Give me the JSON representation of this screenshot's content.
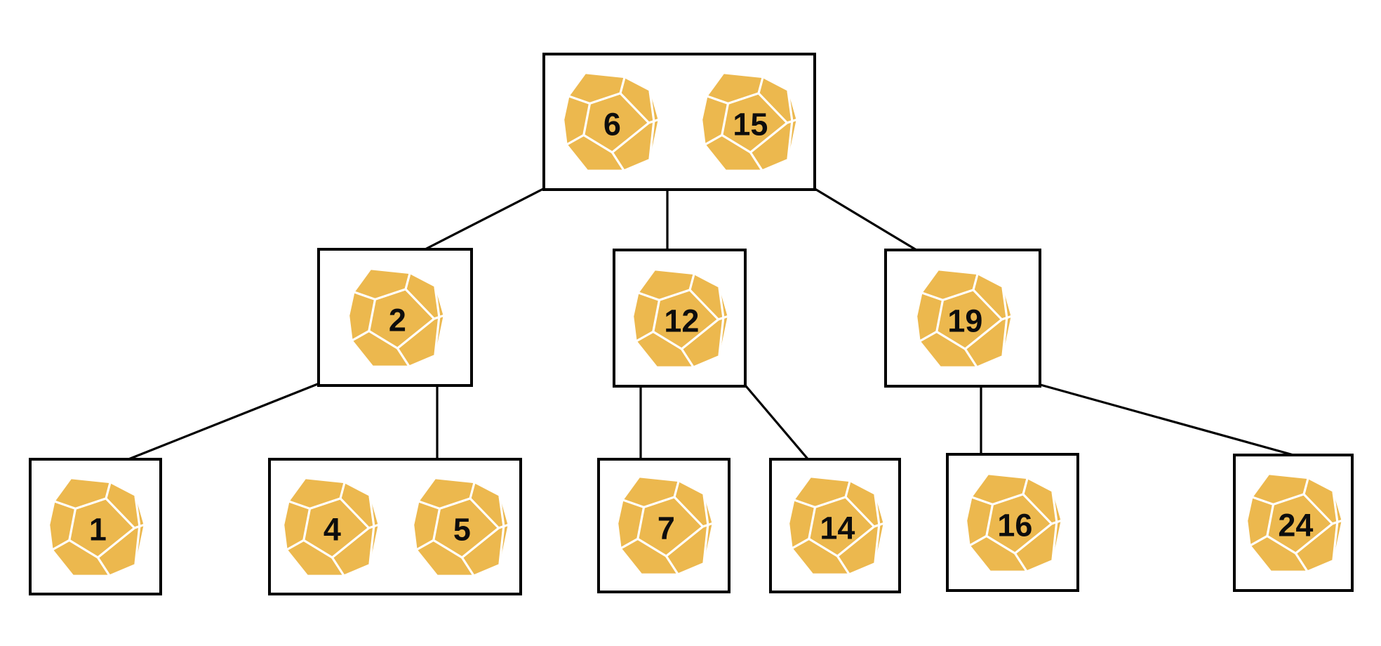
{
  "diagram_type": "b-tree",
  "colors": {
    "die_fill": "#ecb84e",
    "facet_line": "#ffffff",
    "outline": "#000000",
    "number": "#0d0d0d",
    "background": "#ffffff"
  },
  "nodes": {
    "root": {
      "level": 0,
      "keys": [
        "6",
        "15"
      ]
    },
    "n2": {
      "level": 1,
      "keys": [
        "2"
      ]
    },
    "n12": {
      "level": 1,
      "keys": [
        "12"
      ]
    },
    "n19": {
      "level": 1,
      "keys": [
        "19"
      ]
    },
    "n1": {
      "level": 2,
      "keys": [
        "1"
      ]
    },
    "n45": {
      "level": 2,
      "keys": [
        "4",
        "5"
      ]
    },
    "n7": {
      "level": 2,
      "keys": [
        "7"
      ]
    },
    "n14": {
      "level": 2,
      "keys": [
        "14"
      ]
    },
    "n16": {
      "level": 2,
      "keys": [
        "16"
      ]
    },
    "n24": {
      "level": 2,
      "keys": [
        "24"
      ]
    }
  },
  "edges": [
    {
      "from": "root",
      "to": "n2"
    },
    {
      "from": "root",
      "to": "n12"
    },
    {
      "from": "root",
      "to": "n19"
    },
    {
      "from": "n2",
      "to": "n1"
    },
    {
      "from": "n2",
      "to": "n45"
    },
    {
      "from": "n12",
      "to": "n7"
    },
    {
      "from": "n12",
      "to": "n14"
    },
    {
      "from": "n19",
      "to": "n16"
    },
    {
      "from": "n19",
      "to": "n24"
    }
  ]
}
